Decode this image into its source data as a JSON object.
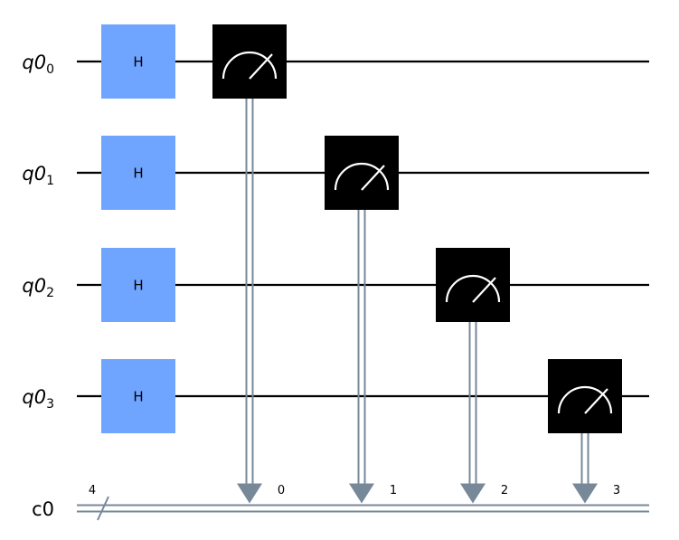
{
  "circuit": {
    "qubit_register": {
      "name": "q0",
      "labels": [
        {
          "main": "q0",
          "sub": "0"
        },
        {
          "main": "q0",
          "sub": "1"
        },
        {
          "main": "q0",
          "sub": "2"
        },
        {
          "main": "q0",
          "sub": "3"
        }
      ]
    },
    "classical_register": {
      "name": "c0",
      "size_label": "4",
      "bit_labels": [
        "0",
        "1",
        "2",
        "3"
      ]
    },
    "gates": [
      {
        "type": "H",
        "label": "H",
        "qubit": 0,
        "column": 0
      },
      {
        "type": "H",
        "label": "H",
        "qubit": 1,
        "column": 0
      },
      {
        "type": "H",
        "label": "H",
        "qubit": 2,
        "column": 0
      },
      {
        "type": "H",
        "label": "H",
        "qubit": 3,
        "column": 0
      },
      {
        "type": "measure",
        "qubit": 0,
        "clbit": 0,
        "column": 1
      },
      {
        "type": "measure",
        "qubit": 1,
        "clbit": 1,
        "column": 2
      },
      {
        "type": "measure",
        "qubit": 2,
        "clbit": 2,
        "column": 3
      },
      {
        "type": "measure",
        "qubit": 3,
        "clbit": 3,
        "column": 4
      }
    ],
    "colors": {
      "hadamard_fill": "#6fa4ff",
      "measure_fill": "#000000",
      "measure_symbol": "#ffffff",
      "quantum_wire": "#000000",
      "classical_wire": "#778899",
      "label_text": "#000000"
    },
    "icons": {
      "measure": "meter-gauge-icon",
      "register_bundle": "slash-bundle-icon",
      "arrow": "down-arrow-icon"
    }
  }
}
